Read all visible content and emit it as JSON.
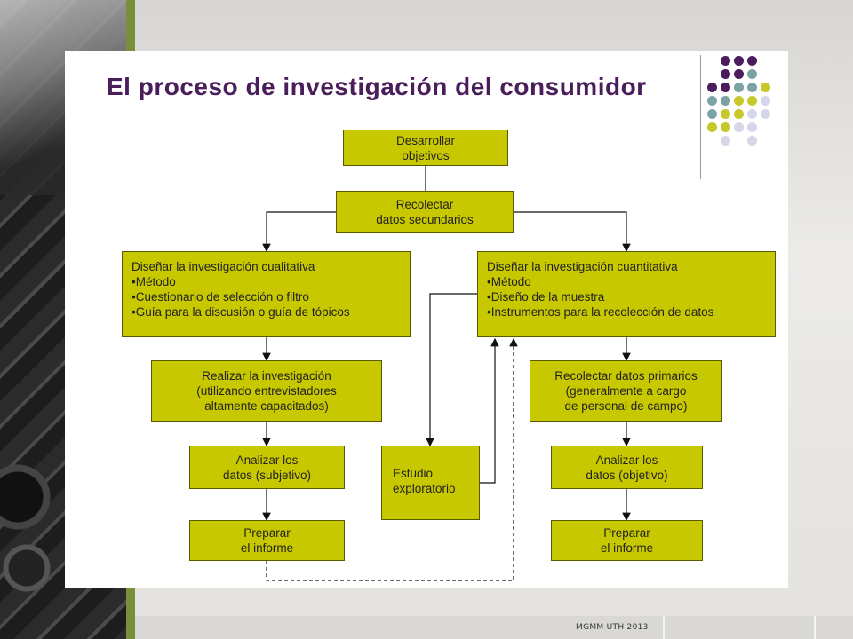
{
  "title": "El proceso de investigación del consumidor",
  "footer": "MGMM UTH 2013",
  "colors": {
    "box_fill": "#c8c800",
    "title": "#4a1e5a",
    "dot_purple": "#4b1c5e",
    "dot_teal": "#7ba3a3",
    "dot_olive": "#c8c82a",
    "dot_lavender": "#d6d6ea"
  },
  "boxes": {
    "objetivos": [
      "Desarrollar",
      "objetivos"
    ],
    "secundarios": [
      "Recolectar",
      "datos secundarios"
    ],
    "cualitativa": [
      "Diseñar la investigación cualitativa",
      "•Método",
      "•Cuestionario de selección o filtro",
      "•Guía para la discusión o guía de tópicos"
    ],
    "cuantitativa": [
      "Diseñar la investigación cuantitativa",
      "•Método",
      "•Diseño de la muestra",
      "•Instrumentos para la recolección de datos"
    ],
    "realizar": [
      "Realizar la investigación",
      "(utilizando entrevistadores",
      "altamente capacitados)"
    ],
    "primarios": [
      "Recolectar datos primarios",
      "(generalmente a cargo",
      "de personal de campo)"
    ],
    "analizar_subj": [
      "Analizar los",
      "datos (subjetivo)"
    ],
    "analizar_obj": [
      "Analizar los",
      "datos (objetivo)"
    ],
    "estudio": [
      "Estudio",
      "exploratorio"
    ],
    "informe_left": [
      "Preparar",
      "el informe"
    ],
    "informe_right": [
      "Preparar",
      "el informe"
    ]
  }
}
